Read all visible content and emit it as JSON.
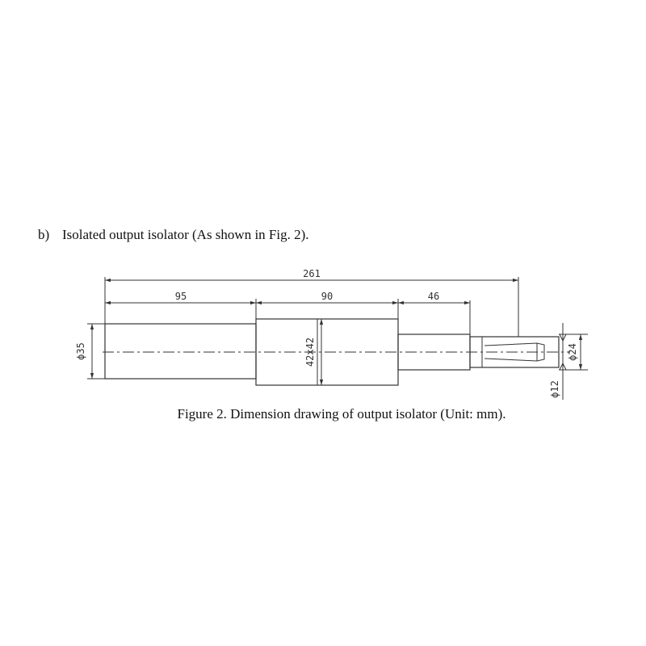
{
  "heading": {
    "marker": "b)",
    "text": "Isolated output isolator (As shown in Fig. 2)."
  },
  "drawing": {
    "dimensions": {
      "overall_length": "261",
      "segment_1_length": "95",
      "segment_2_length": "90",
      "segment_3_length": "46",
      "segment_1_diameter": "ϕ35",
      "segment_2_section": "42x42",
      "end_diameter": "ϕ24",
      "bore_diameter": "ϕ12"
    }
  },
  "caption": "Figure 2. Dimension drawing of output isolator (Unit: mm)."
}
